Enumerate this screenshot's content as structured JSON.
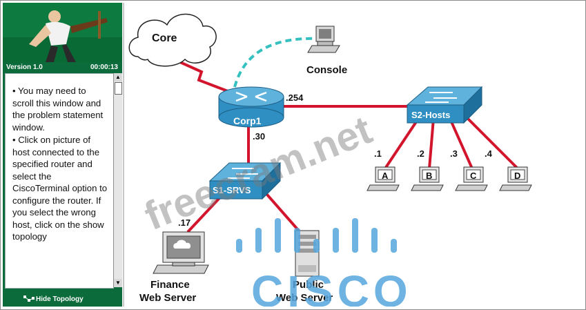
{
  "sidebar": {
    "version": "Version 1.0",
    "timer": "00:00:13",
    "instructions": [
      "• You may need to scroll this window and the problem statement window.",
      "• Click on picture of host connected to the specified router and select the CiscoTerminal option to configure the router. If you select the wrong host, click on the show topology"
    ],
    "hide_topology_label": "Hide Topology"
  },
  "topology": {
    "cloud_label": "Core",
    "console_label": "Console",
    "router_label": "Corp1",
    "router_ip_right": ".254",
    "router_ip_down": ".30",
    "switch_hosts_label": "S2-Hosts",
    "switch_servers_label": "S1-SRVS",
    "hosts": [
      {
        "name": "A",
        "ip": ".1"
      },
      {
        "name": "B",
        "ip": ".2"
      },
      {
        "name": "C",
        "ip": ".3"
      },
      {
        "name": "D",
        "ip": ".4"
      }
    ],
    "finance_ip": ".17",
    "finance_label_1": "Finance",
    "finance_label_2": "Web Server",
    "public_label_1": "Public",
    "public_label_2": "Web Server"
  },
  "watermarks": {
    "site": "freecram.net",
    "brand": "CISCO"
  },
  "colors": {
    "panel_green": "#0b6b3a",
    "link_red": "#d2142c",
    "console_link": "#35c0c0",
    "device_blue": "#2f8fc3",
    "watermark_blue": "#55a6dc"
  }
}
